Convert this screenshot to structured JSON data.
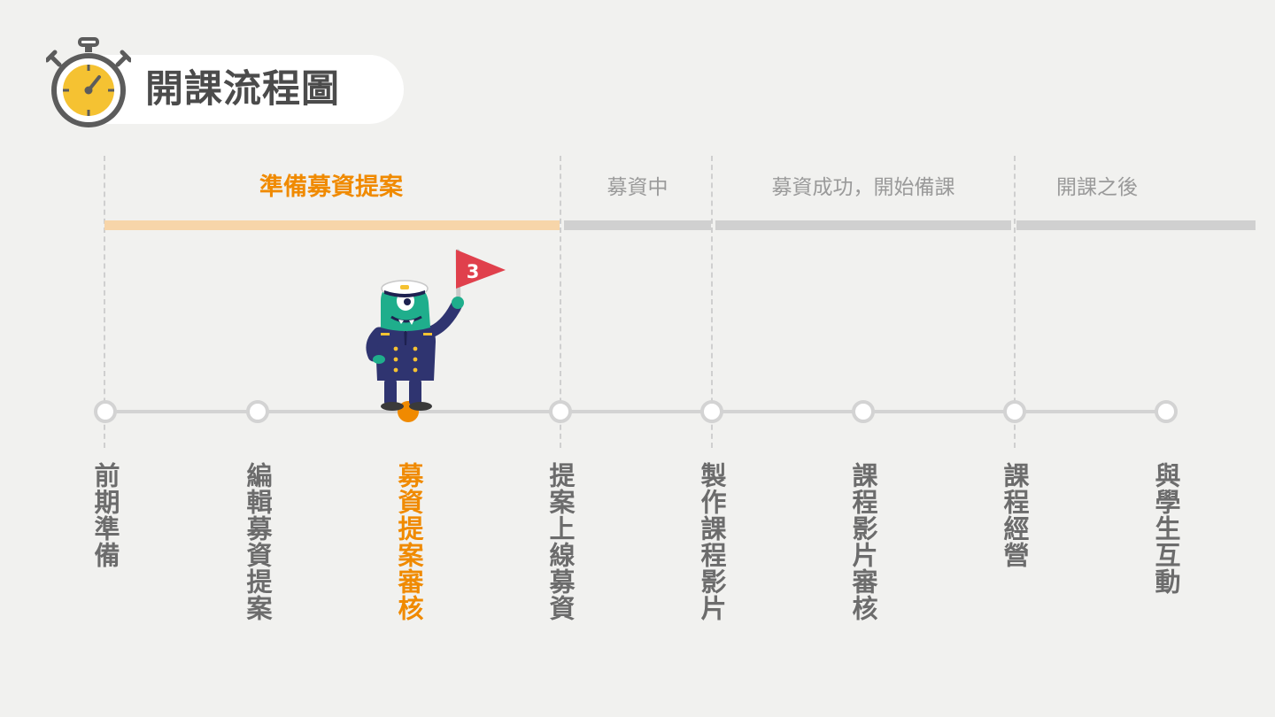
{
  "header": {
    "title": "開課流程圖",
    "icon": "stopwatch-icon"
  },
  "phases": [
    {
      "label": "準備募資提案",
      "active": true
    },
    {
      "label": "募資中",
      "active": false
    },
    {
      "label": "募資成功，開始備課",
      "active": false
    },
    {
      "label": "開課之後",
      "active": false
    }
  ],
  "steps": [
    {
      "label": "前期準備",
      "active": false
    },
    {
      "label": "編輯募資提案",
      "active": false
    },
    {
      "label": "募資提案審核",
      "active": true
    },
    {
      "label": "提案上線募資",
      "active": false
    },
    {
      "label": "製作課程影片",
      "active": false
    },
    {
      "label": "課程影片審核",
      "active": false
    },
    {
      "label": "課程經營",
      "active": false
    },
    {
      "label": "與學生互動",
      "active": false
    }
  ],
  "mascot": {
    "flag_number": "3",
    "icon": "captain-mascot-icon"
  },
  "colors": {
    "accent": "#f08a00",
    "active_bar": "#f7d5a9",
    "inactive": "#d0d0d0",
    "text": "#6c6c6c",
    "flag": "#e0404c",
    "mascot_body": "#1fae8c",
    "uniform": "#2f3470",
    "stopwatch_face": "#f5c232"
  }
}
